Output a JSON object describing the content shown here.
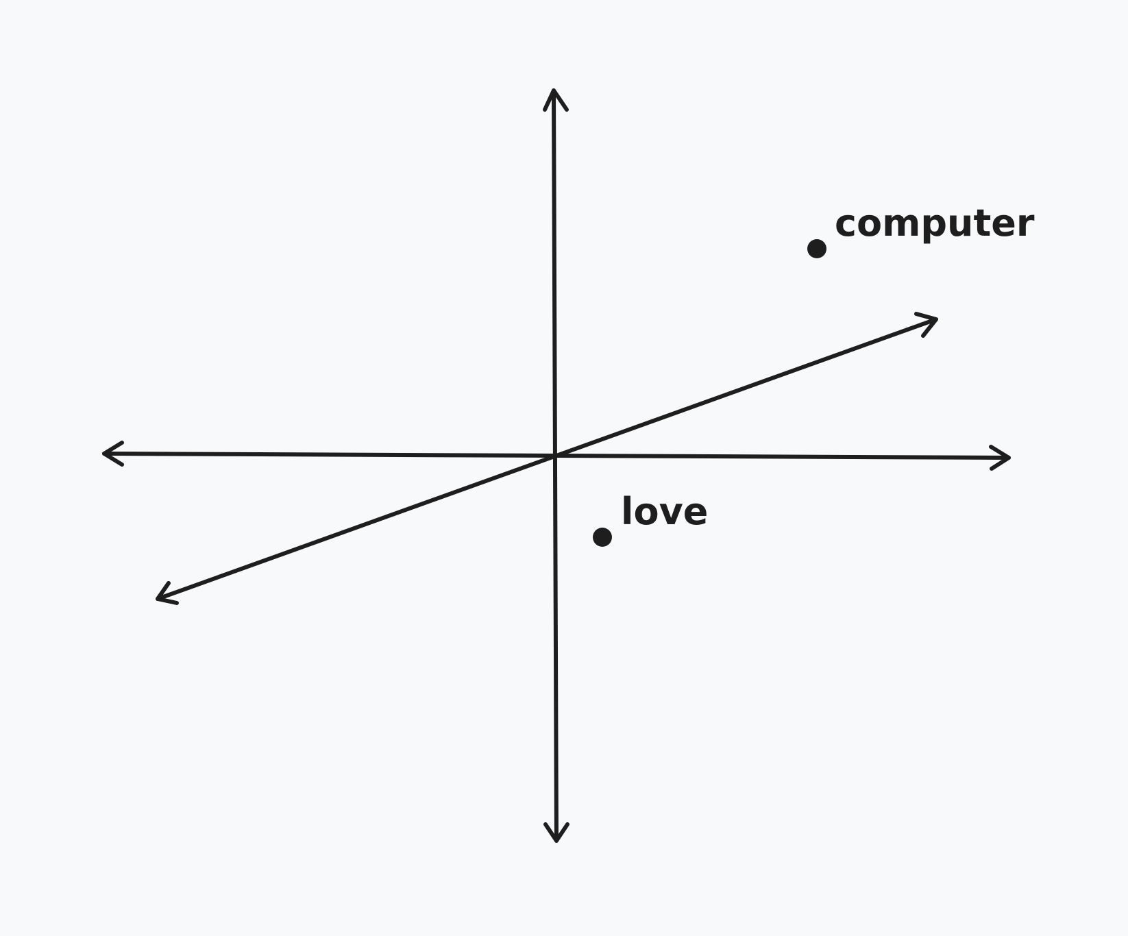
{
  "colors": {
    "background": "#f8f9fb",
    "ink": "#1e1e1e"
  },
  "diagram": {
    "axes": [
      "vertical-axis",
      "horizontal-axis",
      "depth-axis"
    ],
    "points": [
      {
        "label": "computer"
      },
      {
        "label": "love"
      }
    ]
  }
}
